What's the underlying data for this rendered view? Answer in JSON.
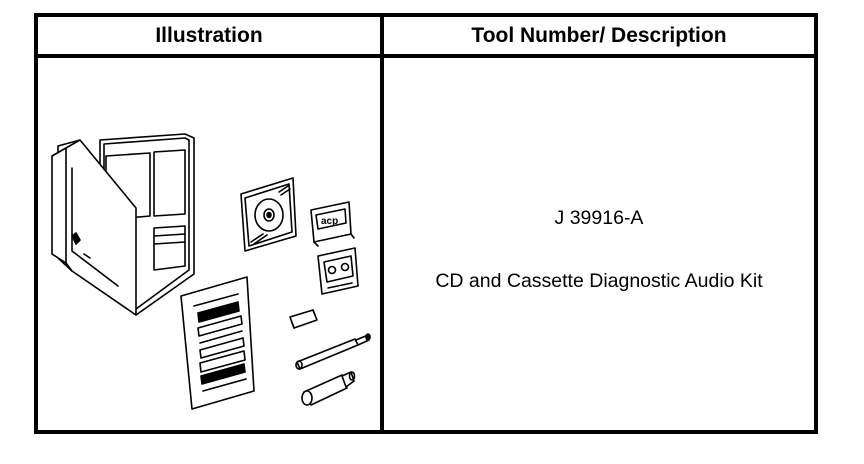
{
  "table": {
    "headers": {
      "illustration": "Illustration",
      "description": "Tool Number/ Description"
    },
    "row": {
      "tool_number": "J 39916-A",
      "description": "CD and Cassette Diagnostic Audio Kit",
      "illustration_items": [
        "binder-case",
        "compact-disc-case",
        "cassette-tape",
        "cassette-tape",
        "instruction-sheet",
        "connector-plug",
        "probe-tool",
        "cleaning-swab"
      ],
      "cassette_label": "acp"
    }
  }
}
